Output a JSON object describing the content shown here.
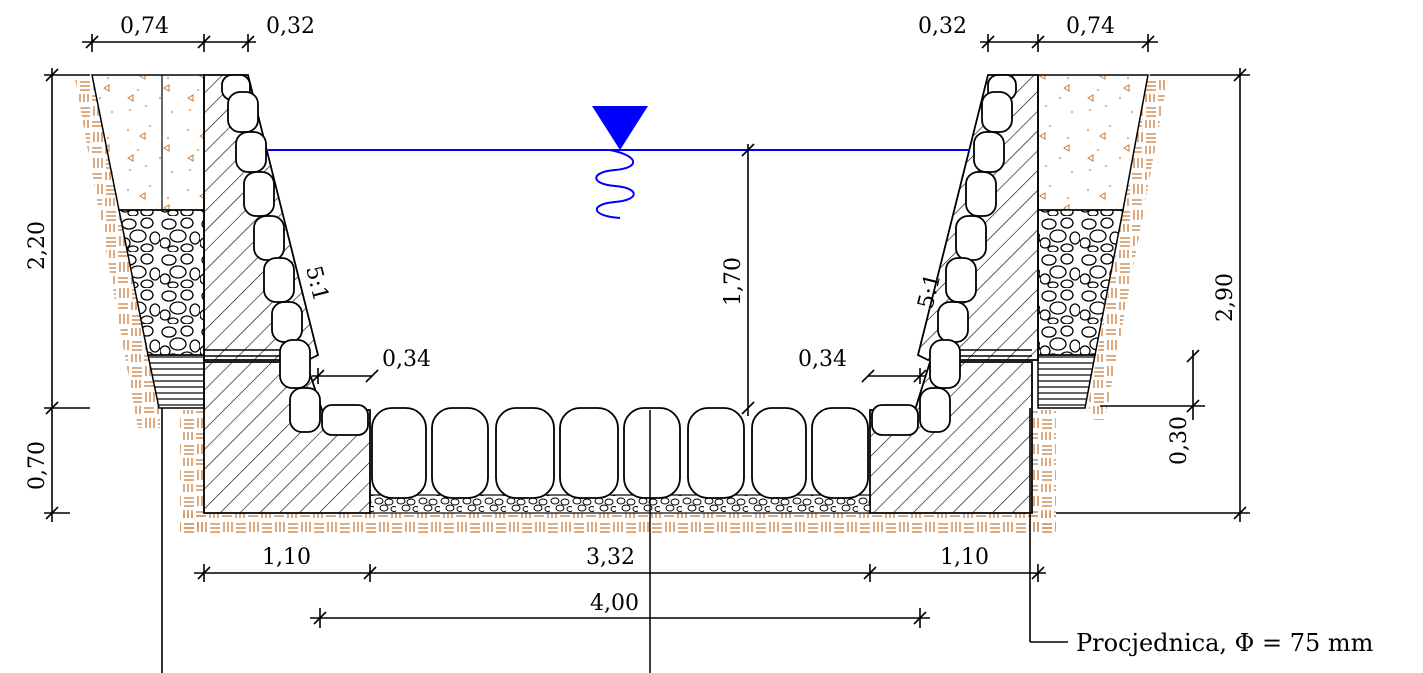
{
  "dimensions": {
    "top_left_outer": "0,74",
    "top_left_inner": "0,32",
    "top_right_inner": "0,32",
    "top_right_outer": "0,74",
    "left_upper_height": "2,20",
    "left_lower_height": "0,70",
    "right_total_height": "2,90",
    "right_bottom_height": "0,30",
    "water_depth": "1,70",
    "left_toe": "0,34",
    "right_toe": "0,34",
    "bottom_left": "1,10",
    "bottom_center": "3,32",
    "bottom_right": "1,10",
    "bottom_total": "4,00"
  },
  "slopes": {
    "left": "5:1",
    "right": "5:1"
  },
  "labels": {
    "drain": "Procjednica, Φ = 75 mm"
  },
  "colors": {
    "soil": "#c87a3a",
    "water": "#0000ff",
    "line": "#000000"
  }
}
